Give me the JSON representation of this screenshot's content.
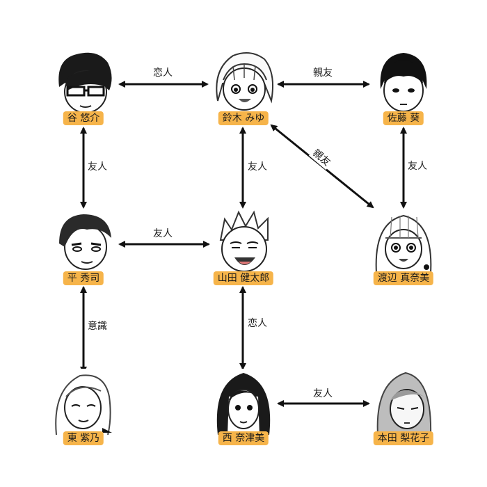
{
  "colors": {
    "tag": "#f6b44a",
    "arrow": "#111111"
  },
  "people": {
    "tani": "谷 悠介",
    "suzuki": "鈴木 みゆ",
    "sato": "佐藤 葵",
    "taira": "平 秀司",
    "yamada": "山田 健太郎",
    "watanabe": "渡辺 真奈美",
    "higashi": "東 紫乃",
    "nishi": "西 奈津美",
    "honda": "本田 梨花子"
  },
  "relations": {
    "tani_suzuki": "恋人",
    "suzuki_sato": "親友",
    "tani_taira": "友人",
    "suzuki_yamada": "友人",
    "suzuki_watanabe": "親友",
    "sato_watanabe": "友人",
    "taira_yamada": "友人",
    "taira_higashi": "意識",
    "yamada_nishi": "恋人",
    "nishi_honda": "友人"
  }
}
